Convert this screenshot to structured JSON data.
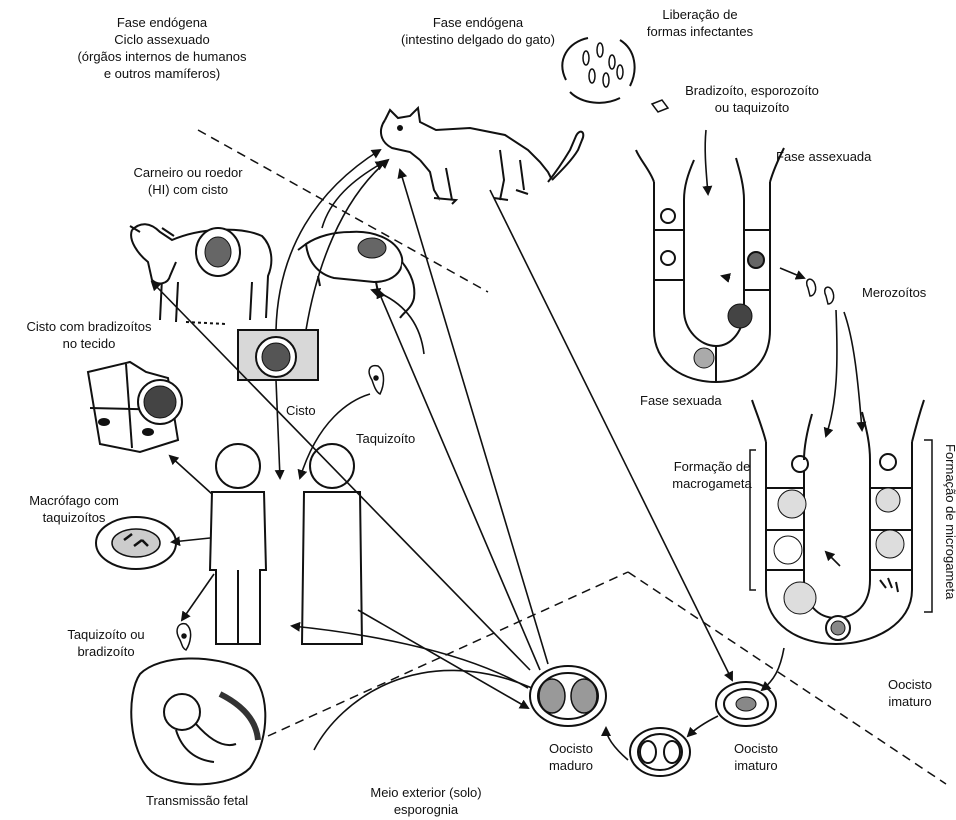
{
  "labels": {
    "fase_endogena_ciclo": [
      "Fase endógena",
      "Ciclo assexuado",
      "(órgãos internos de humanos",
      "e outros mamíferos)"
    ],
    "fase_endogena_gato": [
      "Fase endógena",
      "(intestino delgado do gato)"
    ],
    "liberacao": [
      "Liberação de",
      "formas infectantes"
    ],
    "bradizoito_esporozoito": [
      "Bradizoíto, esporozoíto",
      "ou taquizoíto"
    ],
    "fase_assexuada": "Fase assexuada",
    "carneiro": [
      "Carneiro ou roedor",
      "(HI) com cisto"
    ],
    "merozoitos": "Merozoítos",
    "cisto_bradizoitos": [
      "Cisto com bradizoítos",
      "no tecido"
    ],
    "fase_sexuada": "Fase sexuada",
    "cisto": "Cisto",
    "taquizoito": "Taquizoíto",
    "formacao_macrogameta": [
      "Formação de",
      "macrogameta"
    ],
    "formacao_microgameta": "Formação de microgameta",
    "macrofago": [
      "Macrófago com",
      "taquizoítos"
    ],
    "taquizoito_ou_bradizoito": [
      "Taquizoíto ou",
      "bradizoíto"
    ],
    "oocisto_imaturo_right": [
      "Oocisto",
      "imaturo"
    ],
    "oocisto_maduro": [
      "Oocisto",
      "maduro"
    ],
    "oocisto_imaturo_bottom": [
      "Oocisto",
      "imaturo"
    ],
    "transmissao_fetal": "Transmissão fetal",
    "meio_exterior": [
      "Meio exterior (solo)",
      "esporognia"
    ]
  }
}
